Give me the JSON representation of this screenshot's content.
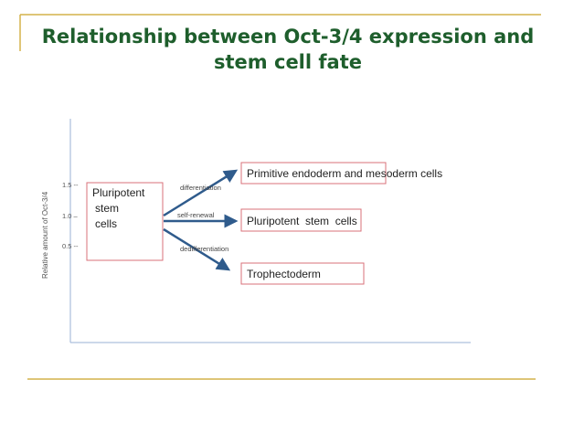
{
  "title": "Relationship between Oct-3/4 expression and stem cell fate",
  "colors": {
    "title": "#1e5e2c",
    "rule": "#d4b24a",
    "box_border": "#d9707a",
    "arrow": "#2f5b8c",
    "axis": "#9ab0d6"
  },
  "axis": {
    "label": "Relative amount of Oct-3/4",
    "ticks": [
      "1.5 --",
      "1.0 –",
      "0.5 --"
    ]
  },
  "source_box": {
    "lines": [
      "Pluripotent",
      "stem",
      "cells"
    ]
  },
  "arrows": {
    "up": "differentiation",
    "middle": "self-renewal",
    "down": "dedifferentiation"
  },
  "targets": {
    "top": "Primitive endoderm and mesoderm cells",
    "middle": "Pluripotent  stem  cells",
    "bottom": "Trophectoderm"
  }
}
